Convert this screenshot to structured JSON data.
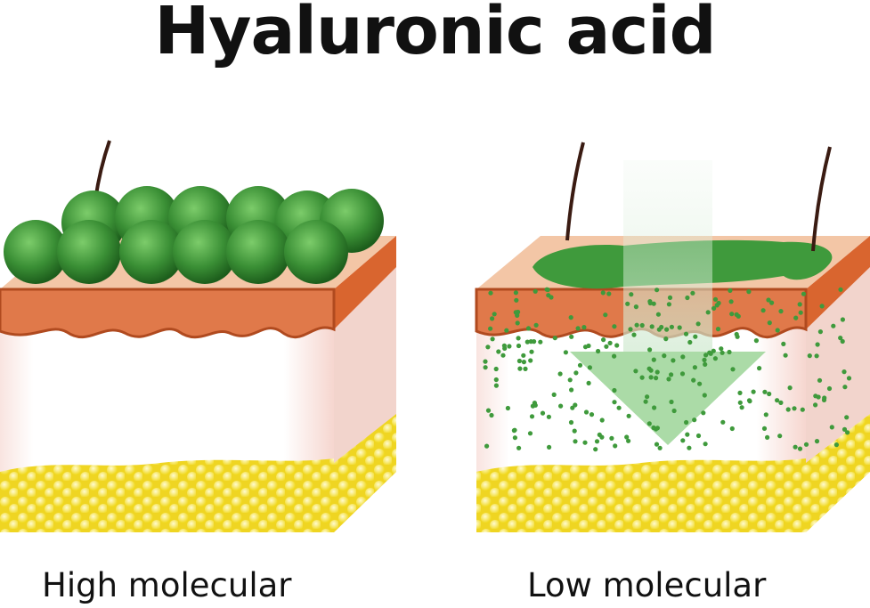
{
  "title": "Hyaluronic acid",
  "left_label": "High molecular",
  "right_label": "Low molecular",
  "colors": {
    "hyaluronic_green": "#3f9a3c",
    "epidermis": "#e0794a",
    "dermis": "#fdf1ee",
    "fat": "#f5e23a"
  }
}
